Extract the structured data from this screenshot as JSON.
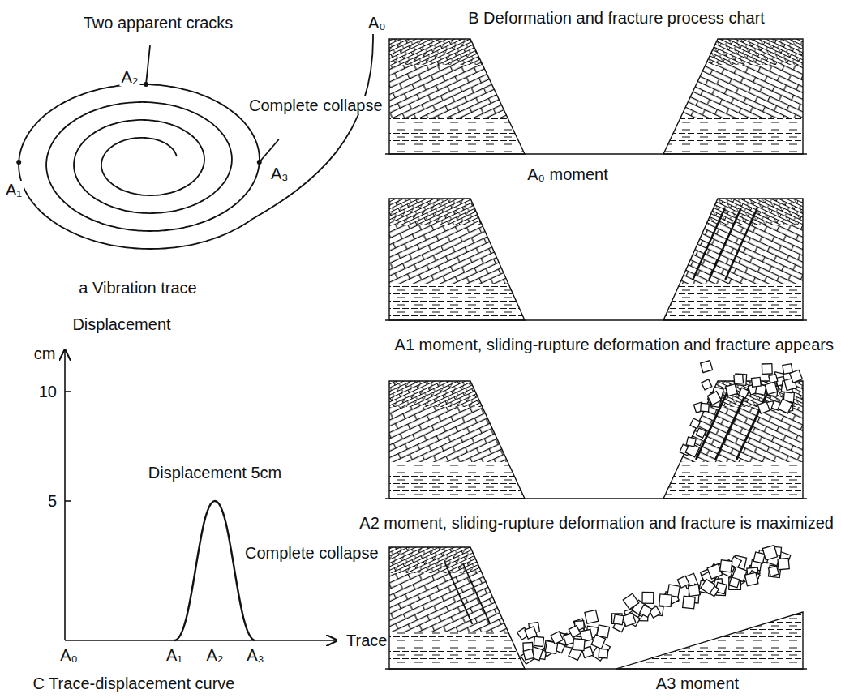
{
  "diagram": {
    "labels": [
      "Two apparent cracks",
      "A₀",
      "A₂",
      "Complete collapse",
      "A₃",
      "A₁",
      "a Vibration trace",
      "B Deformation and fracture process chart",
      "A₀ moment",
      "A1 moment, sliding-rupture deformation and fracture appears",
      "A2 moment, sliding-rupture deformation and fracture is maximized",
      "A3 moment",
      "Displacement",
      "cm",
      "10",
      "Displacement 5cm",
      "5",
      "Complete collapse",
      "A₀",
      "A₁",
      "A₂",
      "A₃",
      "Trace",
      "C Trace-displacement curve"
    ]
  }
}
